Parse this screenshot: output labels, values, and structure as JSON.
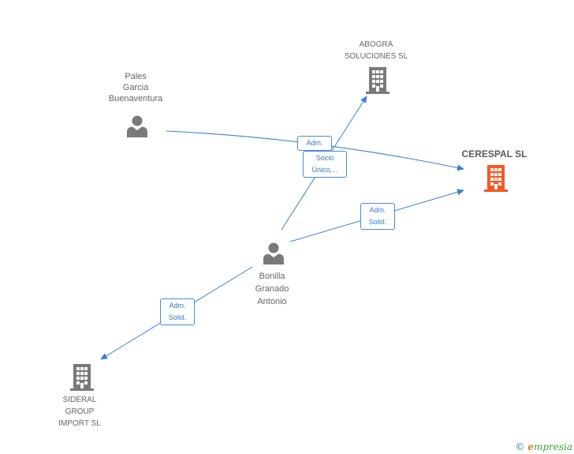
{
  "colors": {
    "edge": "#3a7fd1",
    "company": "#7a7a7a",
    "focus_company": "#f15a24",
    "person": "#7a7a7a"
  },
  "nodes": {
    "pales": {
      "label": "Pales\nGarcia\nBuenaventura",
      "icon": "person-icon"
    },
    "abogra": {
      "label": "ABOGRA\nSOLUCIONES SL",
      "icon": "building-icon"
    },
    "cerespal": {
      "label": "CERESPAL SL",
      "icon": "building-icon"
    },
    "bonilla": {
      "label": "Bonilla\nGranado\nAntonio",
      "icon": "person-icon"
    },
    "sideral": {
      "label": "SIDERAL\nGROUP\nIMPORT SL",
      "icon": "building-icon"
    }
  },
  "edges": {
    "pales_cerespal": "Adm.",
    "bonilla_abogra": "Socio\nÚnico,...",
    "bonilla_cerespal": "Adm.\nSolid.",
    "bonilla_sideral": "Adm.\nSolid."
  },
  "footer": {
    "copyright": "©",
    "brand_initial": "e",
    "brand_rest": "mpresia"
  }
}
